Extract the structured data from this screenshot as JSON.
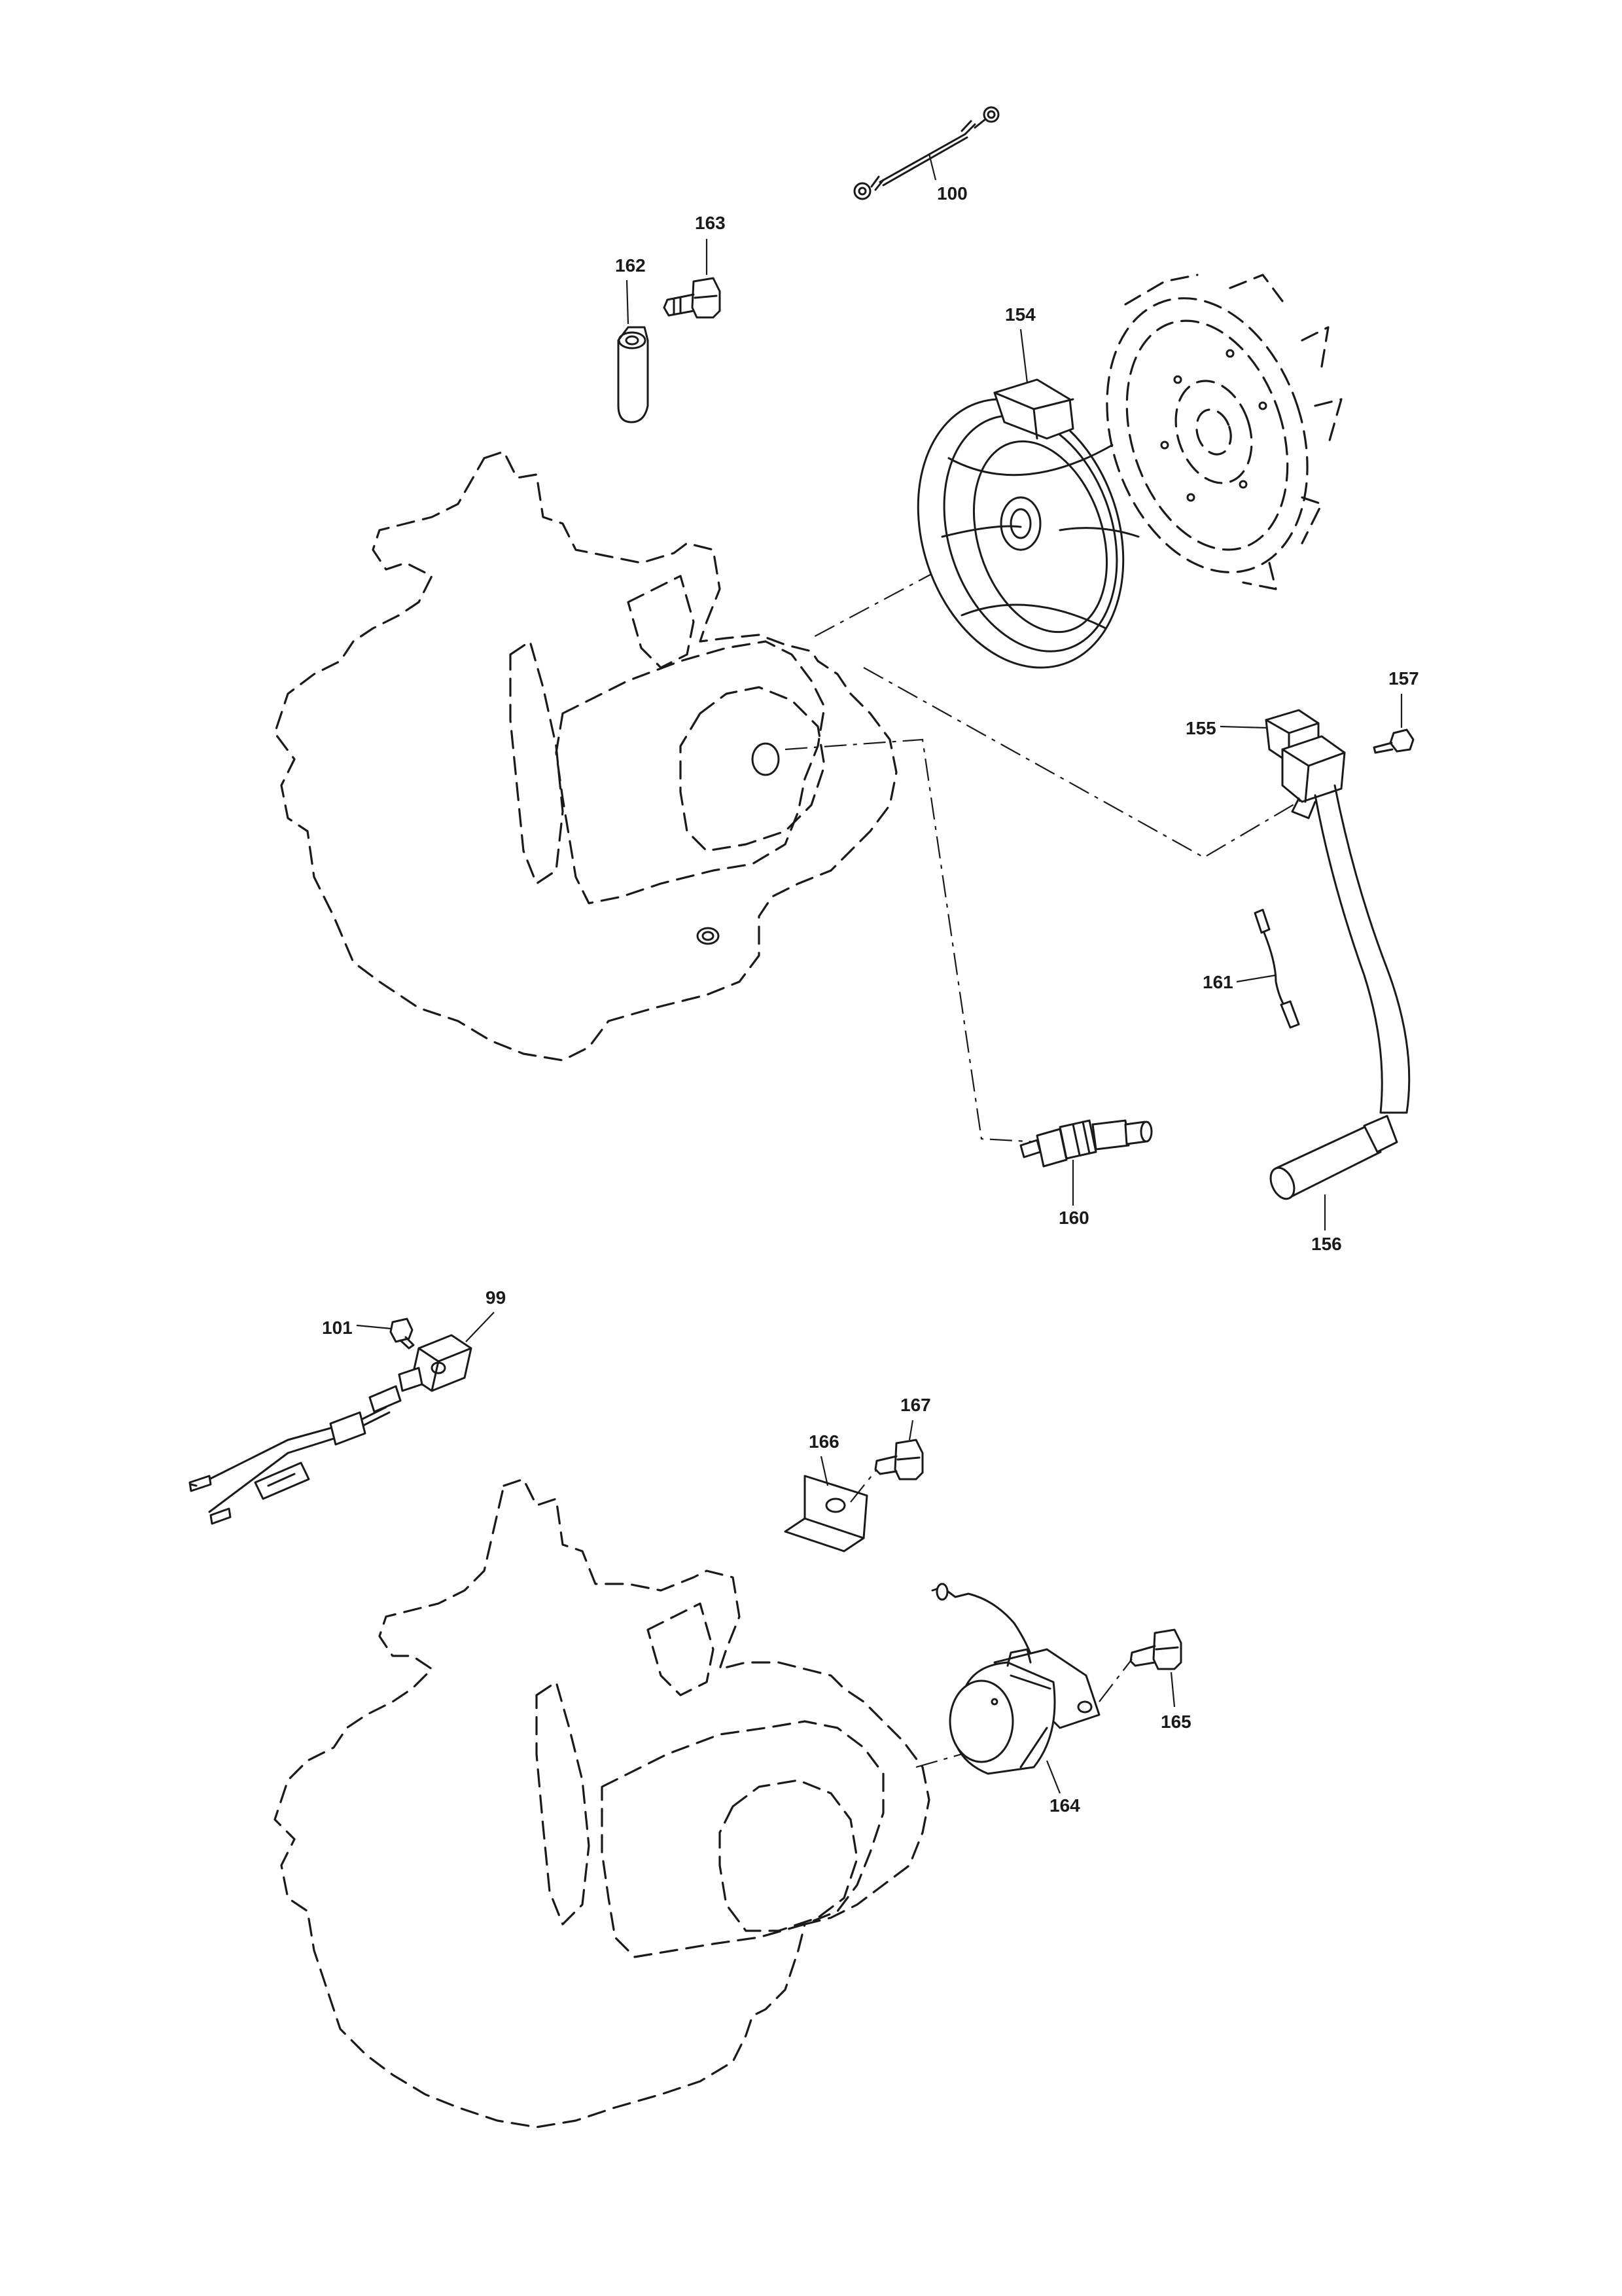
{
  "callouts": {
    "c100": "100",
    "c163": "163",
    "c162": "162",
    "c154": "154",
    "c157": "157",
    "c155": "155",
    "c161": "161",
    "c156": "156",
    "c160": "160",
    "c101": "101",
    "c99": "99",
    "c167": "167",
    "c166": "166",
    "c165": "165",
    "c164": "164"
  }
}
